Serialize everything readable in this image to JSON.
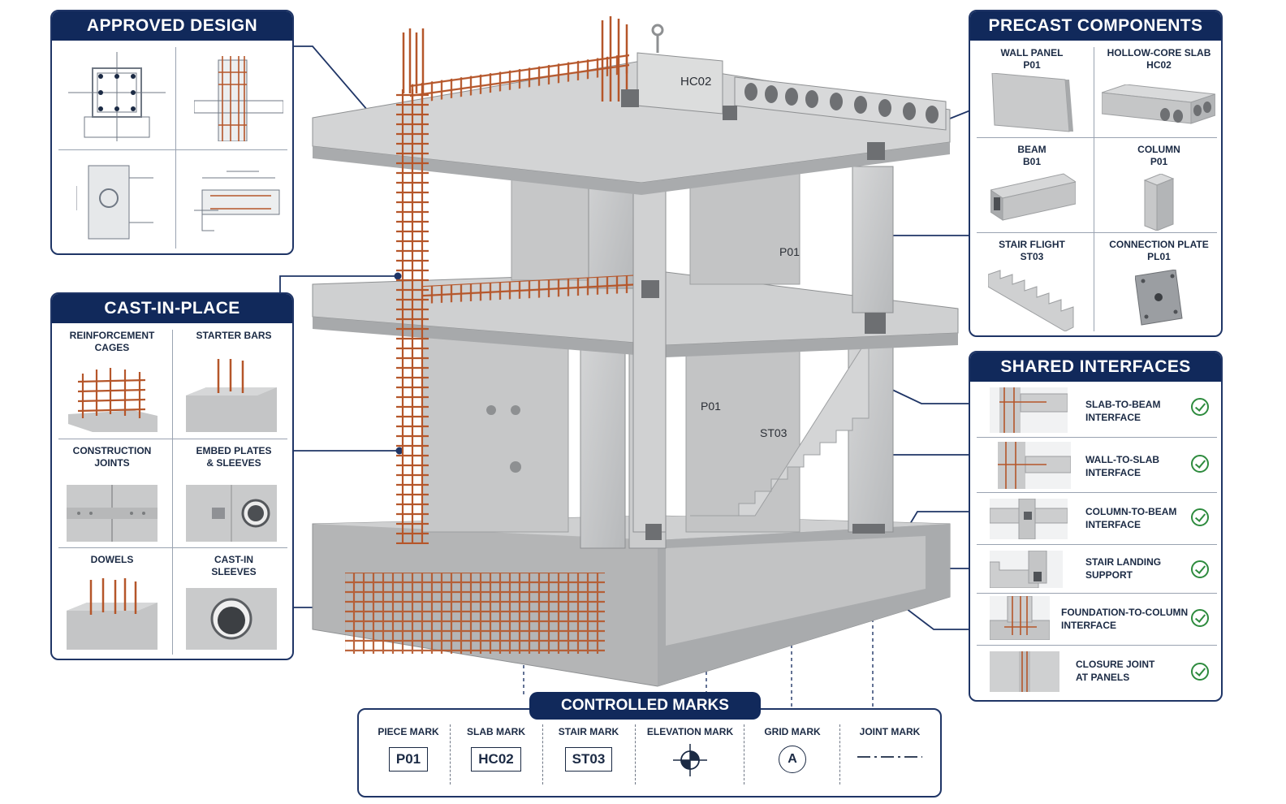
{
  "approved_design": {
    "title": "APPROVED DESIGN"
  },
  "cast_in_place": {
    "title": "CAST-IN-PLACE",
    "items": [
      {
        "line1": "REINFORCEMENT",
        "line2": "CAGES",
        "icon": "rebar-cage-icon"
      },
      {
        "line1": "STARTER BARS",
        "line2": "",
        "icon": "starter-bars-icon"
      },
      {
        "line1": "CONSTRUCTION",
        "line2": "JOINTS",
        "icon": "construction-joint-icon"
      },
      {
        "line1": "EMBED PLATES",
        "line2": "& SLEEVES",
        "icon": "embed-plate-icon"
      },
      {
        "line1": "DOWELS",
        "line2": "",
        "icon": "dowels-icon"
      },
      {
        "line1": "CAST-IN",
        "line2": "SLEEVES",
        "icon": "sleeve-icon"
      }
    ]
  },
  "precast_components": {
    "title": "PRECAST COMPONENTS",
    "items": [
      {
        "line1": "WALL PANEL",
        "line2": "P01",
        "icon": "wall-panel-icon"
      },
      {
        "line1": "HOLLOW-CORE SLAB",
        "line2": "HC02",
        "icon": "hollow-core-slab-icon"
      },
      {
        "line1": "BEAM",
        "line2": "B01",
        "icon": "beam-icon"
      },
      {
        "line1": "COLUMN",
        "line2": "P01",
        "icon": "column-icon"
      },
      {
        "line1": "STAIR FLIGHT",
        "line2": "ST03",
        "icon": "stair-flight-icon"
      },
      {
        "line1": "CONNECTION PLATE",
        "line2": "PL01",
        "icon": "connection-plate-icon"
      }
    ]
  },
  "shared_interfaces": {
    "title": "SHARED INTERFACES",
    "items": [
      {
        "line1": "SLAB-TO-BEAM",
        "line2": "INTERFACE",
        "status": "checked"
      },
      {
        "line1": "WALL-TO-SLAB",
        "line2": "INTERFACE",
        "status": "checked"
      },
      {
        "line1": "COLUMN-TO-BEAM",
        "line2": "INTERFACE",
        "status": "checked"
      },
      {
        "line1": "STAIR LANDING",
        "line2": "SUPPORT",
        "status": "checked"
      },
      {
        "line1": "FOUNDATION-TO-COLUMN",
        "line2": "INTERFACE",
        "status": "checked"
      },
      {
        "line1": "CLOSURE JOINT",
        "line2": "AT PANELS",
        "status": "checked"
      }
    ]
  },
  "controlled_marks": {
    "title": "CONTROLLED MARKS",
    "items": [
      {
        "label": "PIECE MARK",
        "value": "P01"
      },
      {
        "label": "SLAB MARK",
        "value": "HC02"
      },
      {
        "label": "STAIR MARK",
        "value": "ST03"
      },
      {
        "label": "ELEVATION MARK",
        "symbol": "elevation-mark-icon"
      },
      {
        "label": "GRID MARK",
        "value": "A"
      },
      {
        "label": "JOINT MARK",
        "symbol": "joint-mark-icon"
      }
    ]
  },
  "illustration": {
    "tags": {
      "slab": "HC02",
      "wall_upper": "P01",
      "wall_lower": "P01",
      "stair": "ST03"
    }
  },
  "colors": {
    "navy": "#11295b",
    "concrete": "#c9cacb",
    "rebar": "#b5562a",
    "check_green": "#2e8b3e"
  }
}
